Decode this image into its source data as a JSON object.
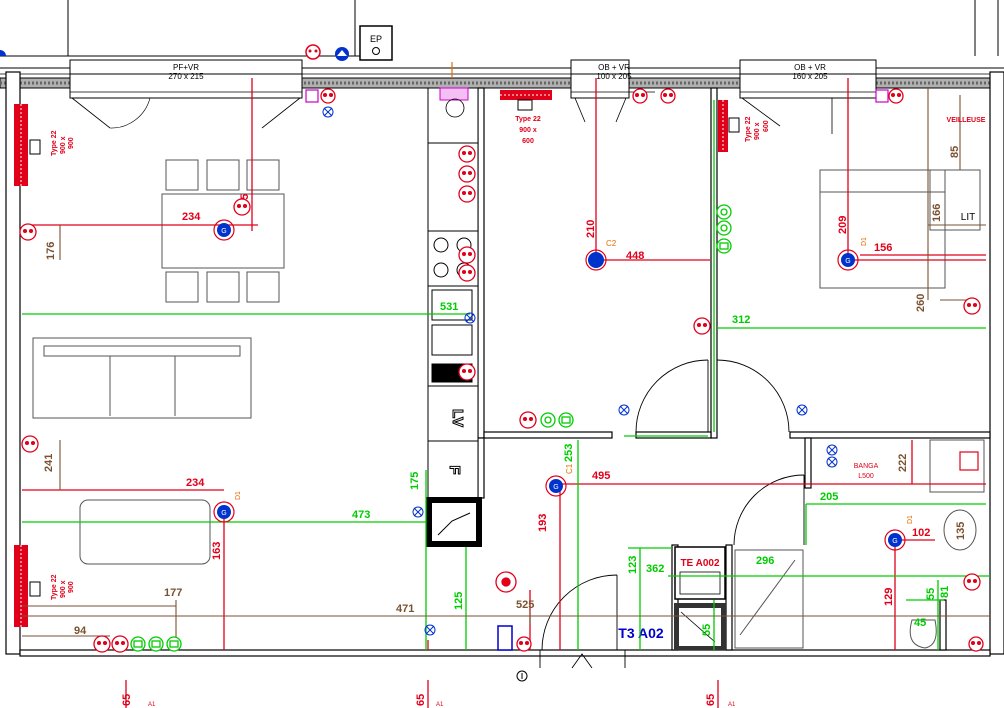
{
  "colors": {
    "wall": "#000000",
    "electrical": "#e0001a",
    "plumbing": "#00cc00",
    "dimension": "#7a5230",
    "outlet_blue": "#0033cc",
    "radiator": "#e0001a",
    "annotation_purple": "#cc00cc",
    "label_blue": "#0000cc"
  },
  "openings": {
    "ep": "EP",
    "pf_vr": "PF+VR",
    "pf_vr_size": "270 x 215",
    "ob_vr_1": "OB + VR",
    "ob_vr_1_size": "100 x 205",
    "ob_vr_2": "OB + VR",
    "ob_vr_2_size": "160 x 205"
  },
  "radiators": {
    "type": "Type 22",
    "size_900_900": "900 x 900",
    "size_900_600": "900 x 600",
    "line_900": "900 x",
    "line_600": "600",
    "line_900b": "900"
  },
  "dims_red": [
    "234",
    "175",
    "448",
    "210",
    "209",
    "156",
    "234",
    "163",
    "495",
    "193",
    "102",
    "129",
    "222",
    "65",
    "65",
    "65"
  ],
  "dims_green": [
    "531",
    "312",
    "473",
    "175",
    "253",
    "205",
    "123",
    "362",
    "296",
    "125",
    "55",
    "55",
    "45",
    "81"
  ],
  "dims_brown": [
    "176",
    "166",
    "260",
    "241",
    "177",
    "94",
    "471",
    "525",
    "85",
    "135"
  ],
  "labels": {
    "c2": "C2",
    "c1": "C1",
    "d1_a": "D1",
    "d1_b": "D1",
    "d1_c": "D1",
    "veilleuse": "VEILLEUSE",
    "lit": "LIT",
    "banga": "BANGA",
    "banga_size": "L500",
    "te_a002": "TE A002",
    "t3_a02": "T3 A02",
    "lv": "LV",
    "f": "F",
    "a1": "A1"
  }
}
